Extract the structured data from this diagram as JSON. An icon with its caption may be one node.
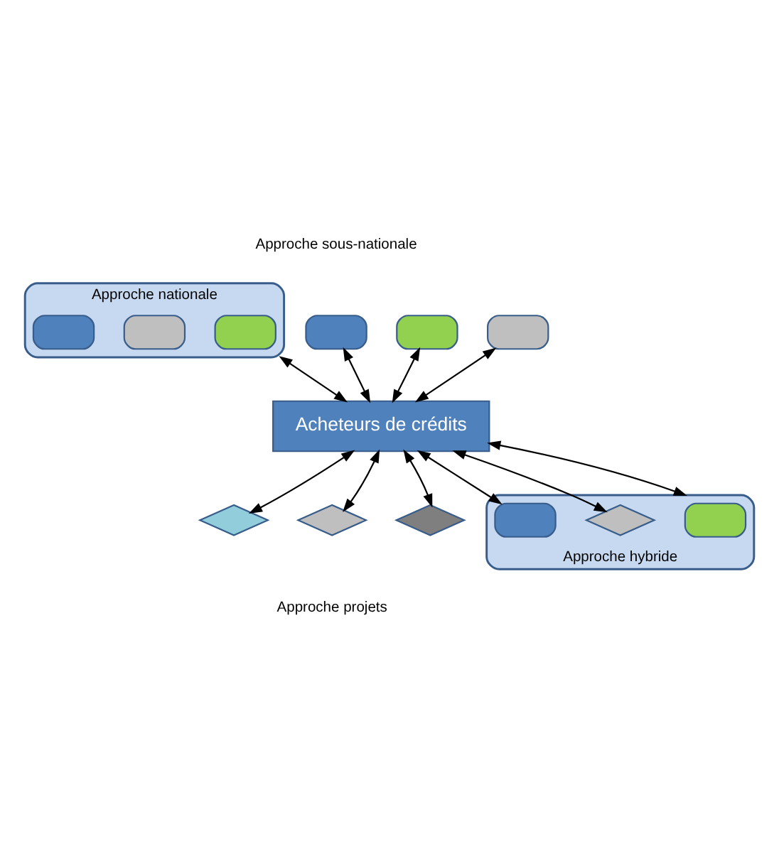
{
  "diagram": {
    "nodes": [
      {
        "text": [
          "Approche nationale"
        ]
      },
      {
        "text": [],
        "shape": "flag",
        "in": 0
      },
      {
        "text": [],
        "shape": "flag",
        "in": 0
      },
      {
        "text": [],
        "shape": "flag",
        "in": 0
      },
      {
        "text": [],
        "shape": "flag"
      },
      {
        "text": [],
        "shape": "flag"
      },
      {
        "text": [],
        "shape": "flag"
      },
      {
        "text": [
          "Acheteurs de crédits"
        ]
      },
      {
        "text": [],
        "shape": "diamond"
      },
      {
        "text": [],
        "shape": "diamond"
      },
      {
        "text": [],
        "shape": "diamond"
      },
      {
        "text": [
          "Approche hybride"
        ]
      },
      {
        "text": [],
        "shape": "flag",
        "in": 11
      },
      {
        "text": [],
        "shape": "diamond",
        "in": 11
      },
      {
        "text": [],
        "shape": "flag",
        "in": 11
      }
    ],
    "edges": [
      {
        "from": 0,
        "to": 7,
        "arrow": "both"
      },
      {
        "from": 4,
        "to": 7,
        "arrow": "both"
      },
      {
        "from": 5,
        "to": 7,
        "arrow": "both"
      },
      {
        "from": 6,
        "to": 7,
        "arrow": "both"
      },
      {
        "from": 8,
        "to": 7,
        "arrow": "both"
      },
      {
        "from": 10,
        "to": 7,
        "arrow": "both"
      },
      {
        "from": 9,
        "to": 7,
        "arrow": "both"
      },
      {
        "from": 7,
        "to": 12,
        "arrow": "both"
      },
      {
        "from": 7,
        "to": 11,
        "arrow": "both"
      },
      {
        "from": 7,
        "to": 13,
        "arrow": "both"
      }
    ],
    "labels": [
      "Approche sous-nationale",
      "Approche projets"
    ]
  }
}
